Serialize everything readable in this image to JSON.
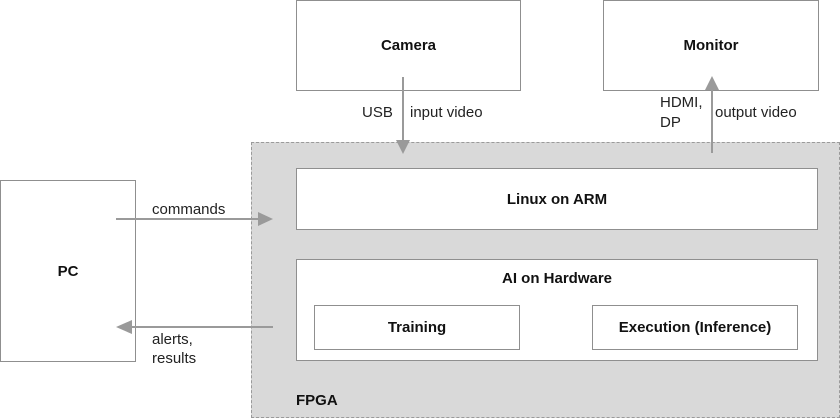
{
  "nodes": {
    "camera": "Camera",
    "monitor": "Monitor",
    "pc": "PC",
    "linux": "Linux on ARM",
    "ai": "AI on Hardware",
    "training": "Training",
    "execution": "Execution (Inference)",
    "fpga": "FPGA"
  },
  "edges": {
    "usb": "USB",
    "input_video": "input video",
    "hdmi_line1": "HDMI,",
    "hdmi_line2": "DP",
    "output_video": "output video",
    "commands": "commands",
    "alerts_line1": "alerts,",
    "alerts_line2": "results"
  },
  "colors": {
    "fpga_fill": "#d9d9d9",
    "border": "#8f8f8f",
    "arrow": "#9a9a9a"
  }
}
